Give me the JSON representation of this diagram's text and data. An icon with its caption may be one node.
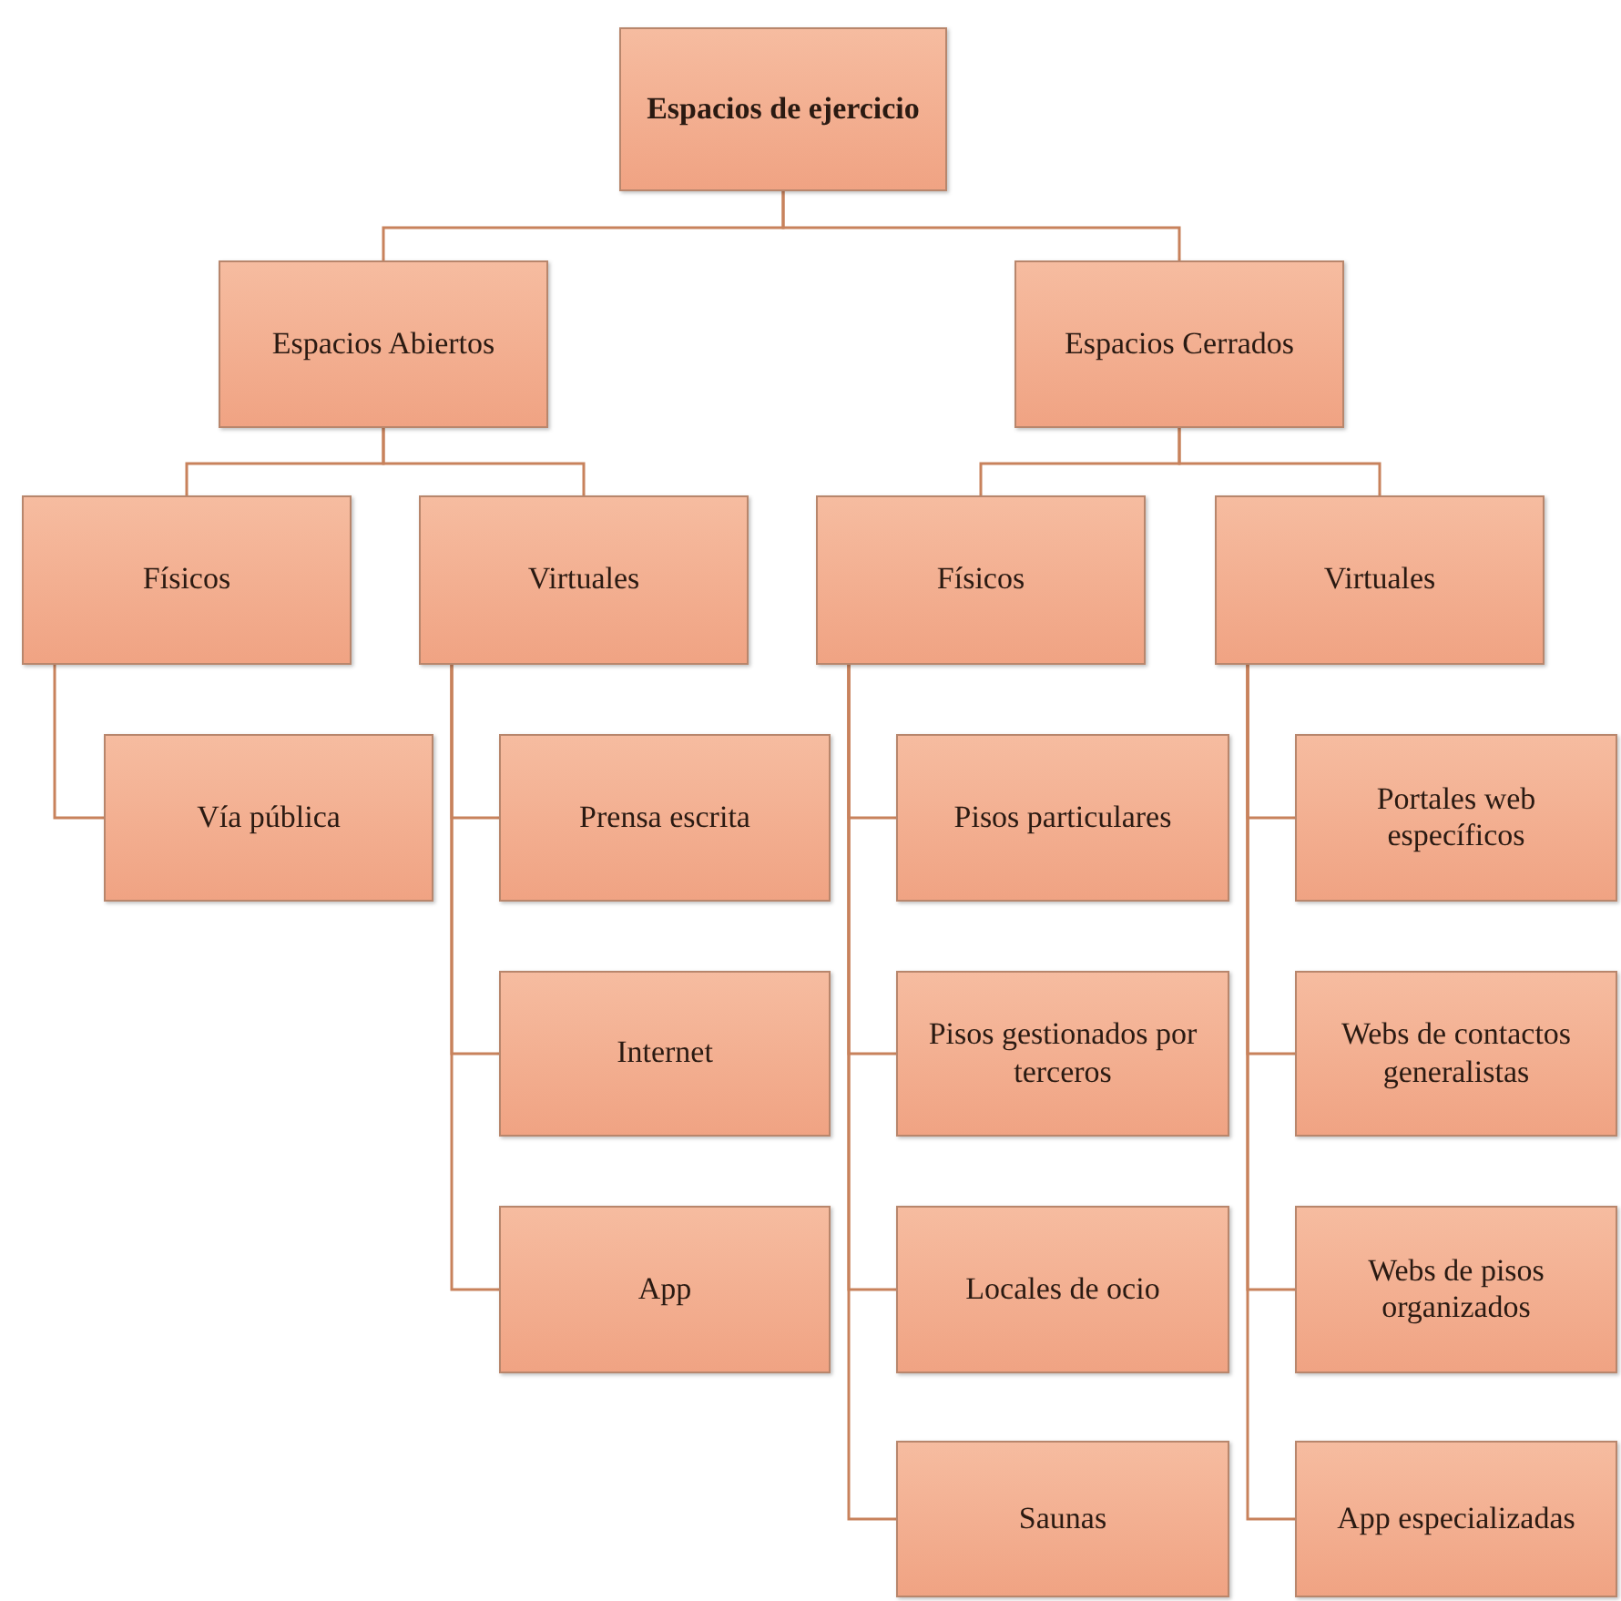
{
  "diagram": {
    "nodes": [
      {
        "text": [
          "Espacios de ejercicio"
        ]
      },
      {
        "text": [
          "Espacios Abiertos"
        ]
      },
      {
        "text": [
          "Espacios Cerrados"
        ]
      },
      {
        "text": [
          "Físicos"
        ]
      },
      {
        "text": [
          "Virtuales"
        ]
      },
      {
        "text": [
          "Físicos"
        ]
      },
      {
        "text": [
          "Virtuales"
        ]
      },
      {
        "text": [
          "Vía pública"
        ]
      },
      {
        "text": [
          "Prensa escrita"
        ]
      },
      {
        "text": [
          "Internet"
        ]
      },
      {
        "text": [
          "App"
        ]
      },
      {
        "text": [
          "Pisos particulares"
        ]
      },
      {
        "text": [
          "Pisos gestionados por terceros"
        ]
      },
      {
        "text": [
          "Locales de ocio"
        ]
      },
      {
        "text": [
          "Saunas"
        ]
      },
      {
        "text": [
          "Portales web específicos"
        ]
      },
      {
        "text": [
          "Webs de contactos generalistas"
        ]
      },
      {
        "text": [
          "Webs de pisos organizados"
        ]
      },
      {
        "text": [
          "App especializadas"
        ]
      }
    ],
    "edges": [
      {
        "from": 0,
        "to": 1,
        "arrow": "none"
      },
      {
        "from": 0,
        "to": 2,
        "arrow": "none"
      },
      {
        "from": 1,
        "to": 3,
        "arrow": "none"
      },
      {
        "from": 1,
        "to": 4,
        "arrow": "none"
      },
      {
        "from": 2,
        "to": 5,
        "arrow": "none"
      },
      {
        "from": 2,
        "to": 6,
        "arrow": "none"
      },
      {
        "from": 3,
        "to": 7,
        "arrow": "none"
      },
      {
        "from": 4,
        "to": 8,
        "arrow": "none"
      },
      {
        "from": 4,
        "to": 9,
        "arrow": "none"
      },
      {
        "from": 4,
        "to": 10,
        "arrow": "none"
      },
      {
        "from": 5,
        "to": 11,
        "arrow": "none"
      },
      {
        "from": 5,
        "to": 12,
        "arrow": "none"
      },
      {
        "from": 5,
        "to": 13,
        "arrow": "none"
      },
      {
        "from": 5,
        "to": 14,
        "arrow": "none"
      },
      {
        "from": 6,
        "to": 15,
        "arrow": "none"
      },
      {
        "from": 6,
        "to": 16,
        "arrow": "none"
      },
      {
        "from": 6,
        "to": 17,
        "arrow": "none"
      },
      {
        "from": 6,
        "to": 18,
        "arrow": "none"
      }
    ]
  }
}
